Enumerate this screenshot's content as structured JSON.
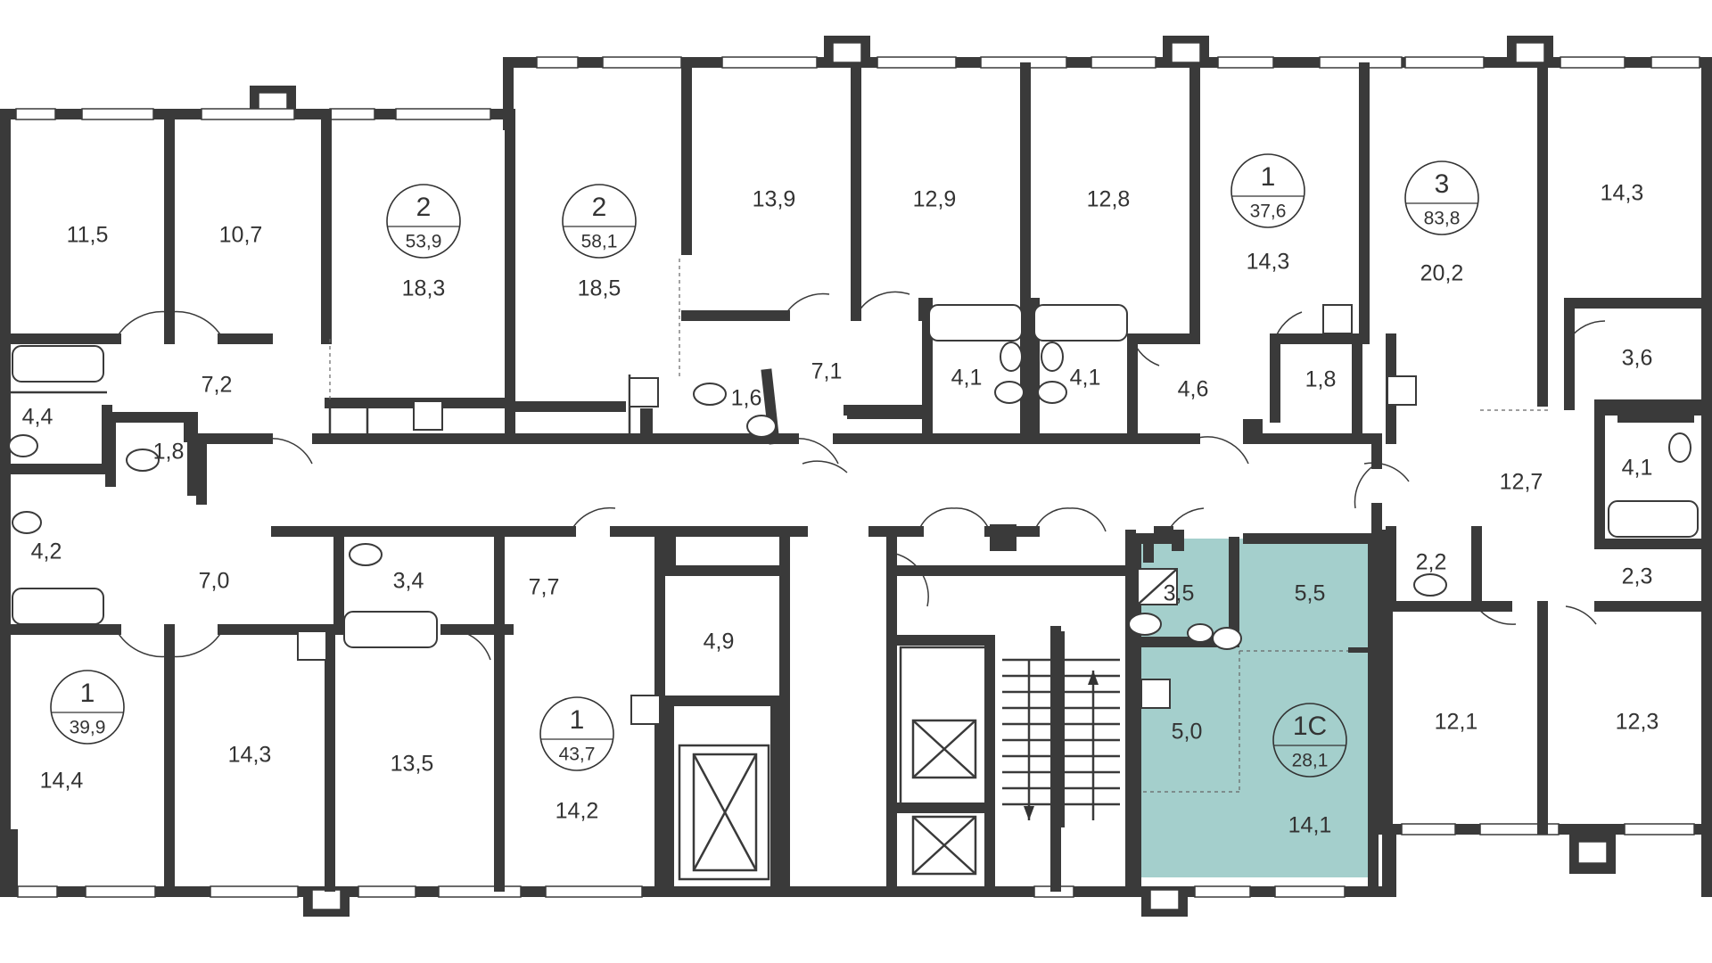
{
  "colors": {
    "wall": "#3a3a3a",
    "highlight": "#a4cfcc",
    "text": "#333333",
    "background": "#ffffff"
  },
  "apartments": [
    {
      "rooms": "2",
      "area": "53,9"
    },
    {
      "rooms": "2",
      "area": "58,1"
    },
    {
      "rooms": "1",
      "area": "37,6"
    },
    {
      "rooms": "3",
      "area": "83,8"
    },
    {
      "rooms": "1",
      "area": "39,9"
    },
    {
      "rooms": "1",
      "area": "43,7"
    },
    {
      "rooms": "1С",
      "area": "28,1"
    }
  ],
  "rooms": [
    "11,5",
    "10,7",
    "18,3",
    "18,5",
    "13,9",
    "12,9",
    "12,8",
    "14,3",
    "20,2",
    "14,3",
    "7,2",
    "4,4",
    "1,8",
    "1,6",
    "7,1",
    "4,1",
    "4,1",
    "4,6",
    "1,8",
    "3,6",
    "12,7",
    "4,1",
    "4,2",
    "7,0",
    "3,4",
    "7,7",
    "4,9",
    "3,5",
    "5,5",
    "2,2",
    "2,3",
    "5,0",
    "12,1",
    "12,3",
    "14,4",
    "14,3",
    "13,5",
    "14,2",
    "14,1"
  ]
}
